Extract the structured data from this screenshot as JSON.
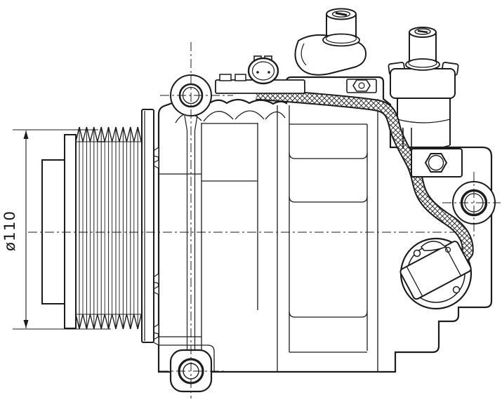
{
  "drawing": {
    "type": "technical-line-drawing",
    "subject": "automotive-ac-compressor-side-view",
    "background_color": "#ffffff",
    "line_color": "#1c1c1c",
    "dimension": {
      "label": "ø110"
    },
    "parts": [
      "poly-v-belt-pulley",
      "clutch-hub",
      "pulley-rim",
      "compressor-housing",
      "front-mounting-ear",
      "bottom-mounting-ear",
      "rear-mounting-ear",
      "electrical-connector",
      "discharge-port-cap",
      "suction-port-cap",
      "braided-wire-sleeve",
      "hex-head-bolt",
      "clutch-coil-plug"
    ]
  }
}
